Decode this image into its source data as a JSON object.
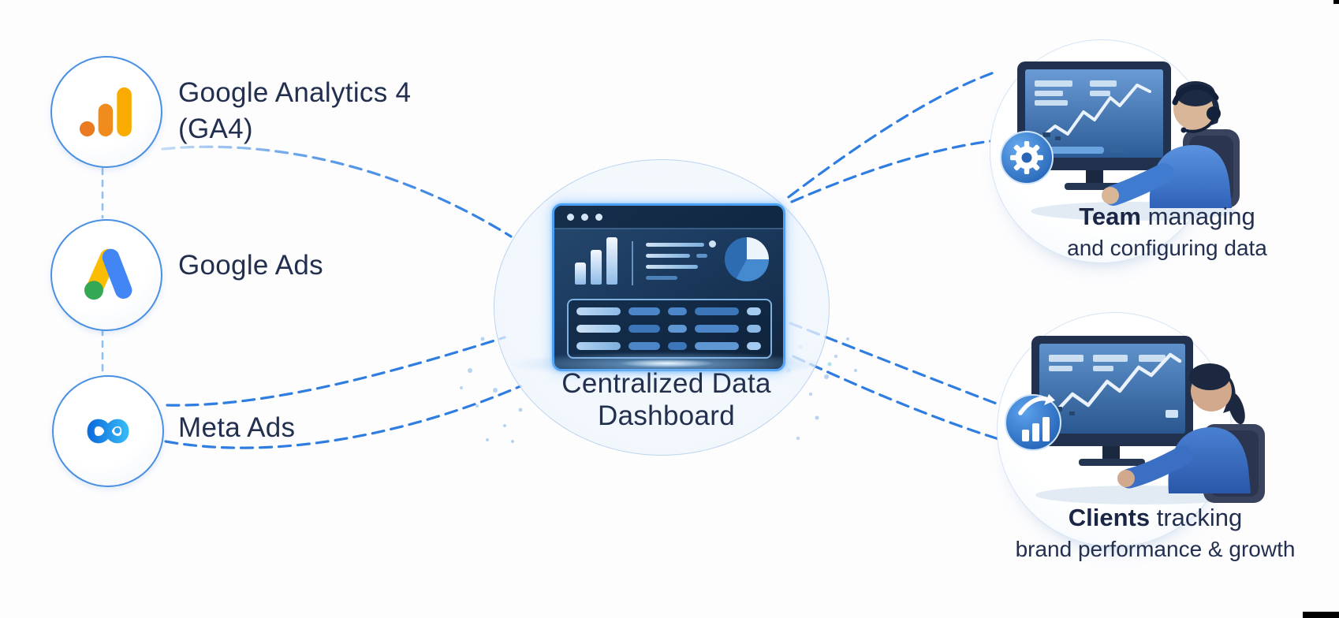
{
  "sources": [
    {
      "name": "ga4",
      "line1": "Google Analytics 4",
      "line2": "(GA4)",
      "icon": "google-analytics-icon"
    },
    {
      "name": "google-ads",
      "line1": "Google Ads",
      "line2": "",
      "icon": "google-ads-icon"
    },
    {
      "name": "meta-ads",
      "line1": "Meta Ads",
      "line2": "",
      "icon": "meta-infinity-icon"
    }
  ],
  "center": {
    "line1": "Centralized Data",
    "line2": "Dashboard",
    "icon": "dashboard-window-illustration"
  },
  "outputs": [
    {
      "name": "team",
      "bold": "Team",
      "rest": " managing",
      "line2": "and configuring data",
      "icon": "gear-badge-icon"
    },
    {
      "name": "clients",
      "bold": "Clients",
      "rest": " tracking",
      "line2": "brand performance & growth",
      "icon": "growth-badge-icon"
    }
  ],
  "colors": {
    "background": "#fdfdfe",
    "dashed_line": "#2f7de1",
    "dashed_line_light": "#c3dcf5",
    "label_text": "#222f4e",
    "circle_border": "#4a90e2",
    "dashboard_body": "#1b3a5e",
    "dashboard_border": "#4aa0f5",
    "pill_light": "#a5cbf0",
    "pill_medium": "#4c86c8",
    "pill_dark": "#3c76b8",
    "ga_orange": "#e8710a",
    "ga_amber": "#f9ab00",
    "ads_blue": "#4285f4",
    "ads_yellow": "#fbbc04",
    "ads_green": "#34a853",
    "meta_blue_dark": "#0f6fde",
    "meta_blue_light": "#35b6f5"
  }
}
